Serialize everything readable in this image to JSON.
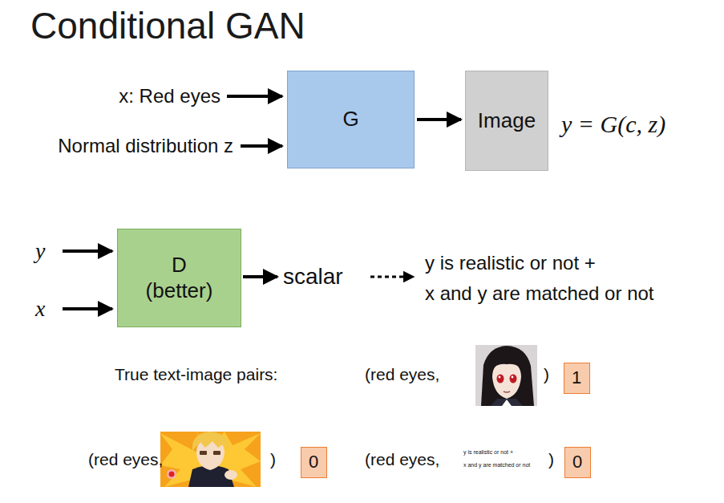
{
  "diagram": {
    "title": "Conditional GAN",
    "nodes": [
      {
        "text": [
          "G"
        ]
      },
      {
        "text": [
          "Image"
        ]
      },
      {
        "text": [
          "D",
          "(better)"
        ]
      },
      {
        "text": [
          "1"
        ]
      },
      {
        "text": [
          "0"
        ]
      },
      {
        "text": [
          "0"
        ]
      }
    ],
    "edges": [
      {
        "from": 0,
        "to": 1,
        "arrow": "to"
      }
    ],
    "labels": [
      "x: Red eyes",
      "Normal distribution z",
      "y = G(c, z)",
      "y",
      "x",
      "scalar",
      "y is realistic or not +",
      "x and y are matched or not",
      "True text-image pairs:",
      "(red eyes,",
      ")",
      "(red eyes,",
      ")",
      "(red eyes,",
      "y is realistic or not +",
      "x and y are matched or not",
      ")"
    ]
  }
}
